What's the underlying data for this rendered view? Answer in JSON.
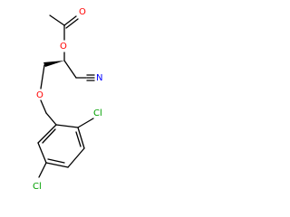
{
  "diagram": {
    "type": "chemical-structure",
    "atom_labels": {
      "carbonyl_oxygen": "O",
      "ester_oxygen": "O",
      "nitrile_nitrogen": "N",
      "ether_oxygen": "O",
      "chlorine_ortho": "Cl",
      "chlorine_para": "Cl"
    },
    "colors": {
      "bond": "#000000",
      "oxygen": "#ff0000",
      "nitrogen": "#0000ff",
      "chlorine": "#00a000"
    }
  }
}
